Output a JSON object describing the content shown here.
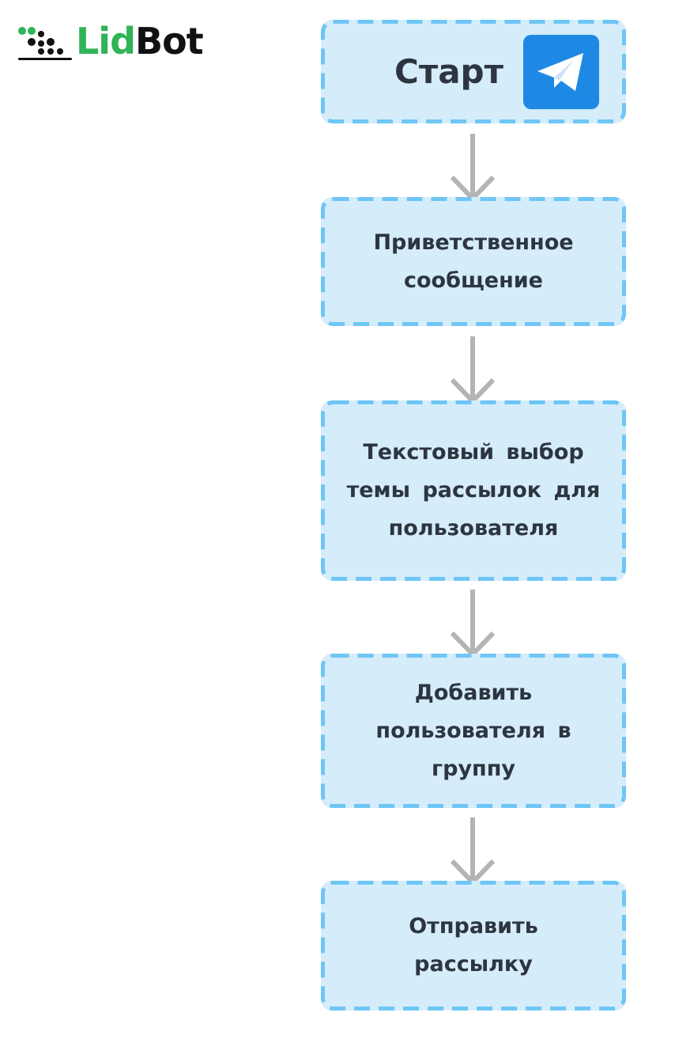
{
  "logo": {
    "part1": "Lid",
    "part2": "Bot",
    "colors": {
      "lid": "#2fb457",
      "bot": "#111111"
    }
  },
  "flow": {
    "start": {
      "label": "Старт",
      "icon": "telegram-icon"
    },
    "steps": [
      {
        "label": "Приветственное сообщение"
      },
      {
        "label": "Текстовый выбор темы рассылок для пользователя"
      },
      {
        "label": "Добавить пользователя в группу"
      },
      {
        "label": "Отправить рассылку"
      }
    ],
    "colors": {
      "node_fill": "#d5ecfb",
      "node_border": "#6ec6f5",
      "arrow": "#b4b4b4",
      "text": "#2d3540",
      "telegram": "#1e88e5"
    }
  }
}
